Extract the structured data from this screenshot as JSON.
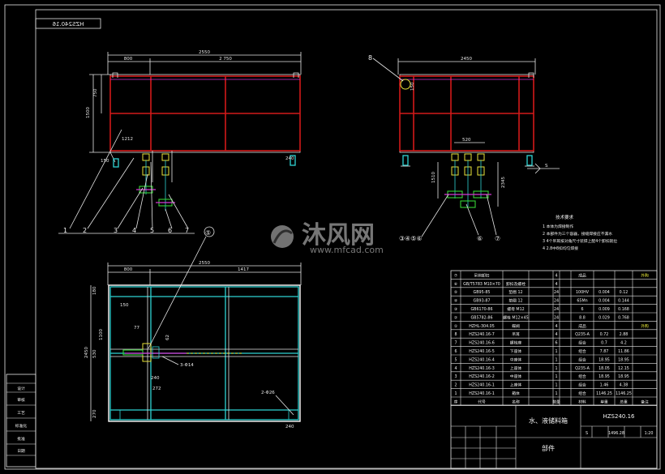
{
  "drawing": {
    "code_mirrored": "HZS240.16",
    "notes_title": "技术要求",
    "notes": [
      "1 本体为焊接制作",
      "2 本部件为三个容器，接缝焊接应不漏水",
      "3 4个吊耳按对角尺寸装焊上配4个卸扣就位",
      "4 2.8中8扣均匀焊接"
    ],
    "part_labels": [
      "1",
      "2",
      "3",
      "4",
      "5",
      "6",
      "7"
    ],
    "balloon_8": "8",
    "balloon_5": "⑤",
    "balloon_group_bottom_left": "③④⑤⑥",
    "balloon_6": "⑥",
    "balloon_7": "⑦",
    "section_mark": "S"
  },
  "dims": {
    "front_total": "2550",
    "front_left": "800",
    "front_right": "2 750",
    "front_height_a": "750",
    "front_height_b": "1500",
    "front_1212": "1212",
    "front_150": "150",
    "front_240": "240",
    "side_total": "2450",
    "side_150": "150",
    "side_520": "520",
    "side_1510": "1510",
    "side_2345": "2345",
    "plan_total": "2550",
    "plan_left": "800",
    "plan_right": "1417",
    "plan_height": "2450",
    "plan_180": "180",
    "plan_270": "270",
    "plan_150": "150",
    "plan_530": "530",
    "plan_1100": "1100",
    "plan_77": "77",
    "plan_62": "62",
    "plan_240": "240",
    "plan_272": "272",
    "plan_note_a": "3-Φ14",
    "plan_note_b": "2-Φ26",
    "plan_240b": "240"
  },
  "bom": {
    "rows": [
      [
        "⑦",
        "吊钩卸扣",
        "",
        "",
        "4",
        "",
        "成品",
        "",
        "",
        "外购"
      ],
      [
        "⑥",
        "GB/T5783 M10×70",
        "卸扣及螺栓",
        "",
        "4",
        "",
        "",
        "",
        "",
        ""
      ],
      [
        "⑤",
        "GB95-85",
        "垫圈 12",
        "",
        "24",
        "",
        "100HV",
        "0.004",
        "0.12",
        ""
      ],
      [
        "④",
        "GB93-87",
        "垫圈 12",
        "",
        "24",
        "",
        "65Mn",
        "0.004",
        "0.144",
        ""
      ],
      [
        "③",
        "GB6170-86",
        "螺母 M12",
        "",
        "24",
        "",
        "6",
        "0.009",
        "0.168",
        ""
      ],
      [
        "②",
        "GB5782-86",
        "螺栓 M12×45",
        "",
        "24",
        "",
        "8.8",
        "0.029",
        "0.768",
        ""
      ],
      [
        "①",
        "HZHL-304.05",
        "蝶阀",
        "",
        "4",
        "",
        "成品",
        "",
        "",
        "外购"
      ],
      [
        "8",
        "HZS240.16-7",
        "吊耳",
        "",
        "4",
        "",
        "Q235-A",
        "0.72",
        "2.88",
        ""
      ],
      [
        "7",
        "HZS240.16-6",
        "螺栓座",
        "",
        "6",
        "",
        "组合",
        "0.7",
        "4.2",
        ""
      ],
      [
        "6",
        "HZS240.16-5",
        "下座体",
        "",
        "1",
        "",
        "组合",
        "7.87",
        "11.86",
        ""
      ],
      [
        "5",
        "HZS240.16-4",
        "中座体",
        "",
        "1",
        "",
        "组合",
        "18.95",
        "18.95",
        ""
      ],
      [
        "4",
        "HZS240.16-3",
        "上座体",
        "",
        "1",
        "",
        "Q235-A",
        "18.05",
        "12.15",
        ""
      ],
      [
        "3",
        "HZS240.16-2",
        "中座体",
        "",
        "1",
        "",
        "组合",
        "18.95",
        "18.95",
        ""
      ],
      [
        "2",
        "HZS240.16-1",
        "上座体",
        "",
        "1",
        "",
        "组合",
        "1.46",
        "4.38",
        ""
      ],
      [
        "1",
        "HZS240.16-1",
        "箱体",
        "",
        "1",
        "",
        "组合",
        "1146.25",
        "1146.25",
        ""
      ]
    ],
    "header": [
      "序",
      "代号",
      "名称",
      "数量",
      "材料",
      "单重",
      "总重",
      "备注"
    ],
    "drawing_no": "HZS240.16",
    "title": "水、液储料箱",
    "subtitle": "部件",
    "scale_row": [
      "S",
      "",
      "1496.28",
      "1:20"
    ]
  },
  "side_block": {
    "rows": [
      "设计",
      "审核",
      "工艺",
      "标准化",
      "批准",
      "日期"
    ]
  },
  "watermark": {
    "brand_cn": "沐风网",
    "url": "www.mfcad.com"
  }
}
